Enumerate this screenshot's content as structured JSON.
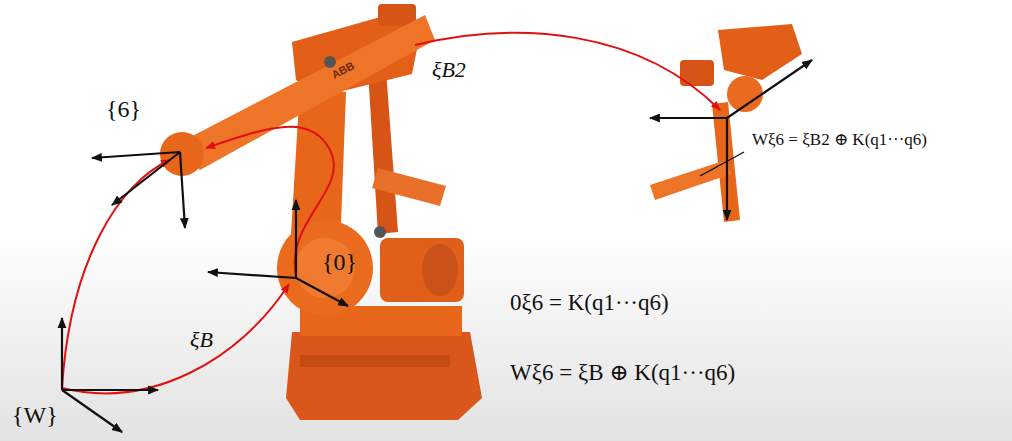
{
  "diagram": {
    "labels": [
      "{6}",
      "ABB",
      "ξB2",
      "Wξ6 = ξB2 ⊕ K(q1···q6)",
      "{0}",
      "ξB",
      "0ξ6 = K(q1···q6)",
      "Wξ6 = ξB ⊕ K(q1···q6)",
      "{W}"
    ]
  }
}
